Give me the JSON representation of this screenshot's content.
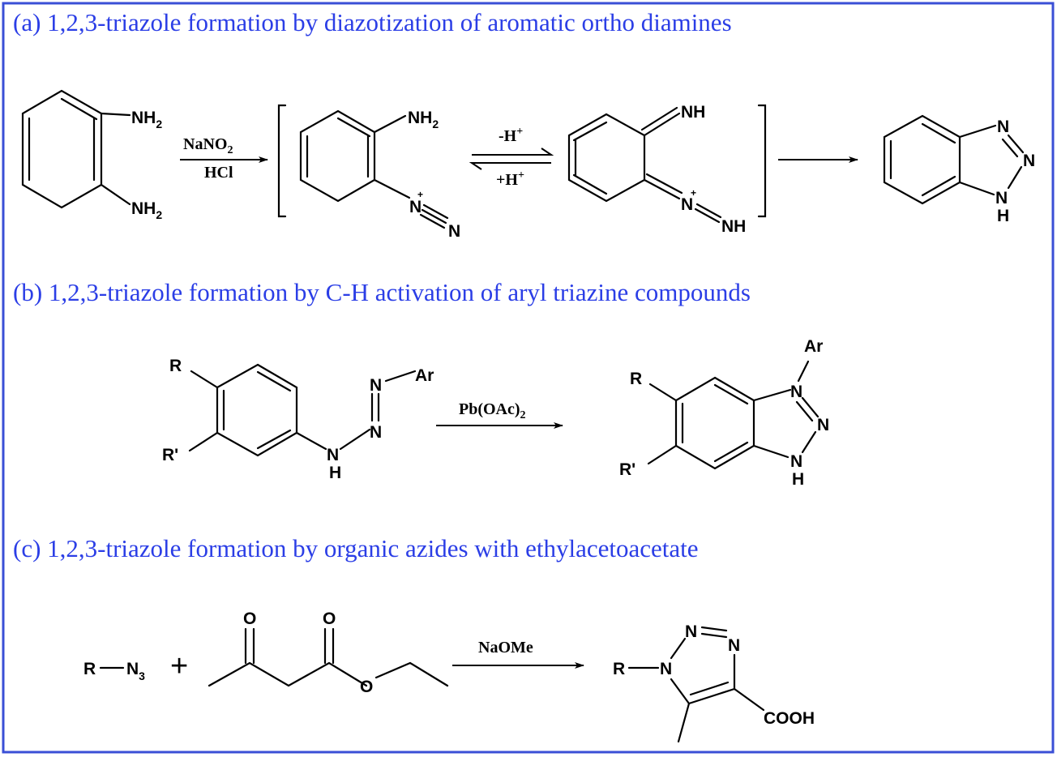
{
  "sections": [
    {
      "heading": "(a) 1,2,3-triazole formation by diazotization of aromatic ortho diamines",
      "reagents": {
        "reagent_top": "NaNO",
        "reagent_top_sub": "2",
        "reagent_bottom": "HCl"
      },
      "equilibrium": {
        "forward": "-H",
        "forward_sup": "+",
        "reverse": "+H",
        "reverse_sup": "+"
      },
      "atoms": {
        "nh": "NH",
        "nh2_sub": "2",
        "n": "N",
        "h": "H",
        "plus": "+"
      }
    },
    {
      "heading": "(b) 1,2,3-triazole formation by C-H activation of aryl triazine compounds",
      "reagent": "Pb(OAc)",
      "reagent_sub": "2",
      "atoms": {
        "r": "R",
        "r_prime": "R'",
        "ar": "Ar",
        "n": "N",
        "h": "H"
      }
    },
    {
      "heading": "(c) 1,2,3-triazole formation by organic azides with ethylacetoacetate",
      "reagent": "NaOMe",
      "plus_sign": "+",
      "atoms": {
        "r": "R",
        "n": "N",
        "n3_sub": "3",
        "o": "O",
        "cooh": "COOH"
      }
    }
  ]
}
